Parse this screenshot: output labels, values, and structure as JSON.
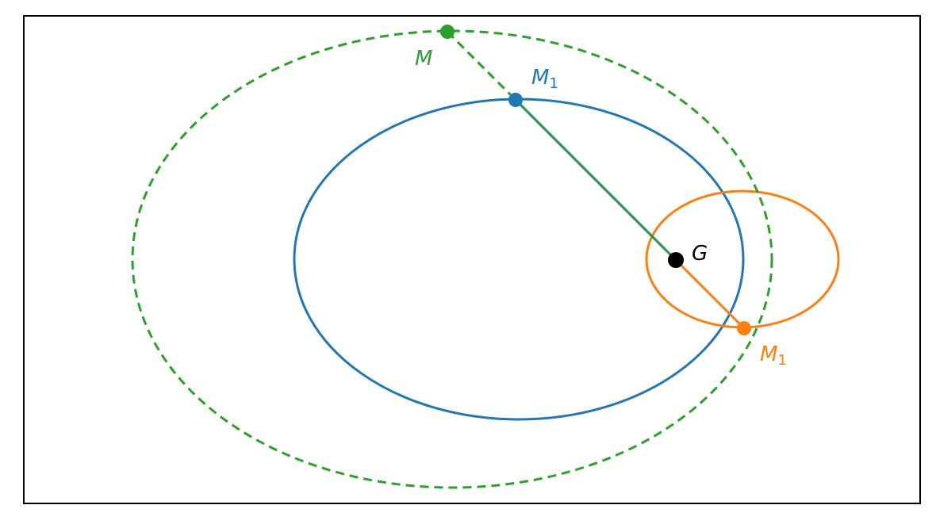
{
  "diagram": {
    "labels": {
      "origin": "G",
      "combined": "M",
      "body_a": "M",
      "body_a_sub": "1",
      "body_b": "M",
      "body_b_sub": "1"
    },
    "colors": {
      "frame": "#000000",
      "body_a": "#1f77b4",
      "body_b": "#ff7f0e",
      "combined": "#2ca02c",
      "origin": "#000000"
    }
  }
}
